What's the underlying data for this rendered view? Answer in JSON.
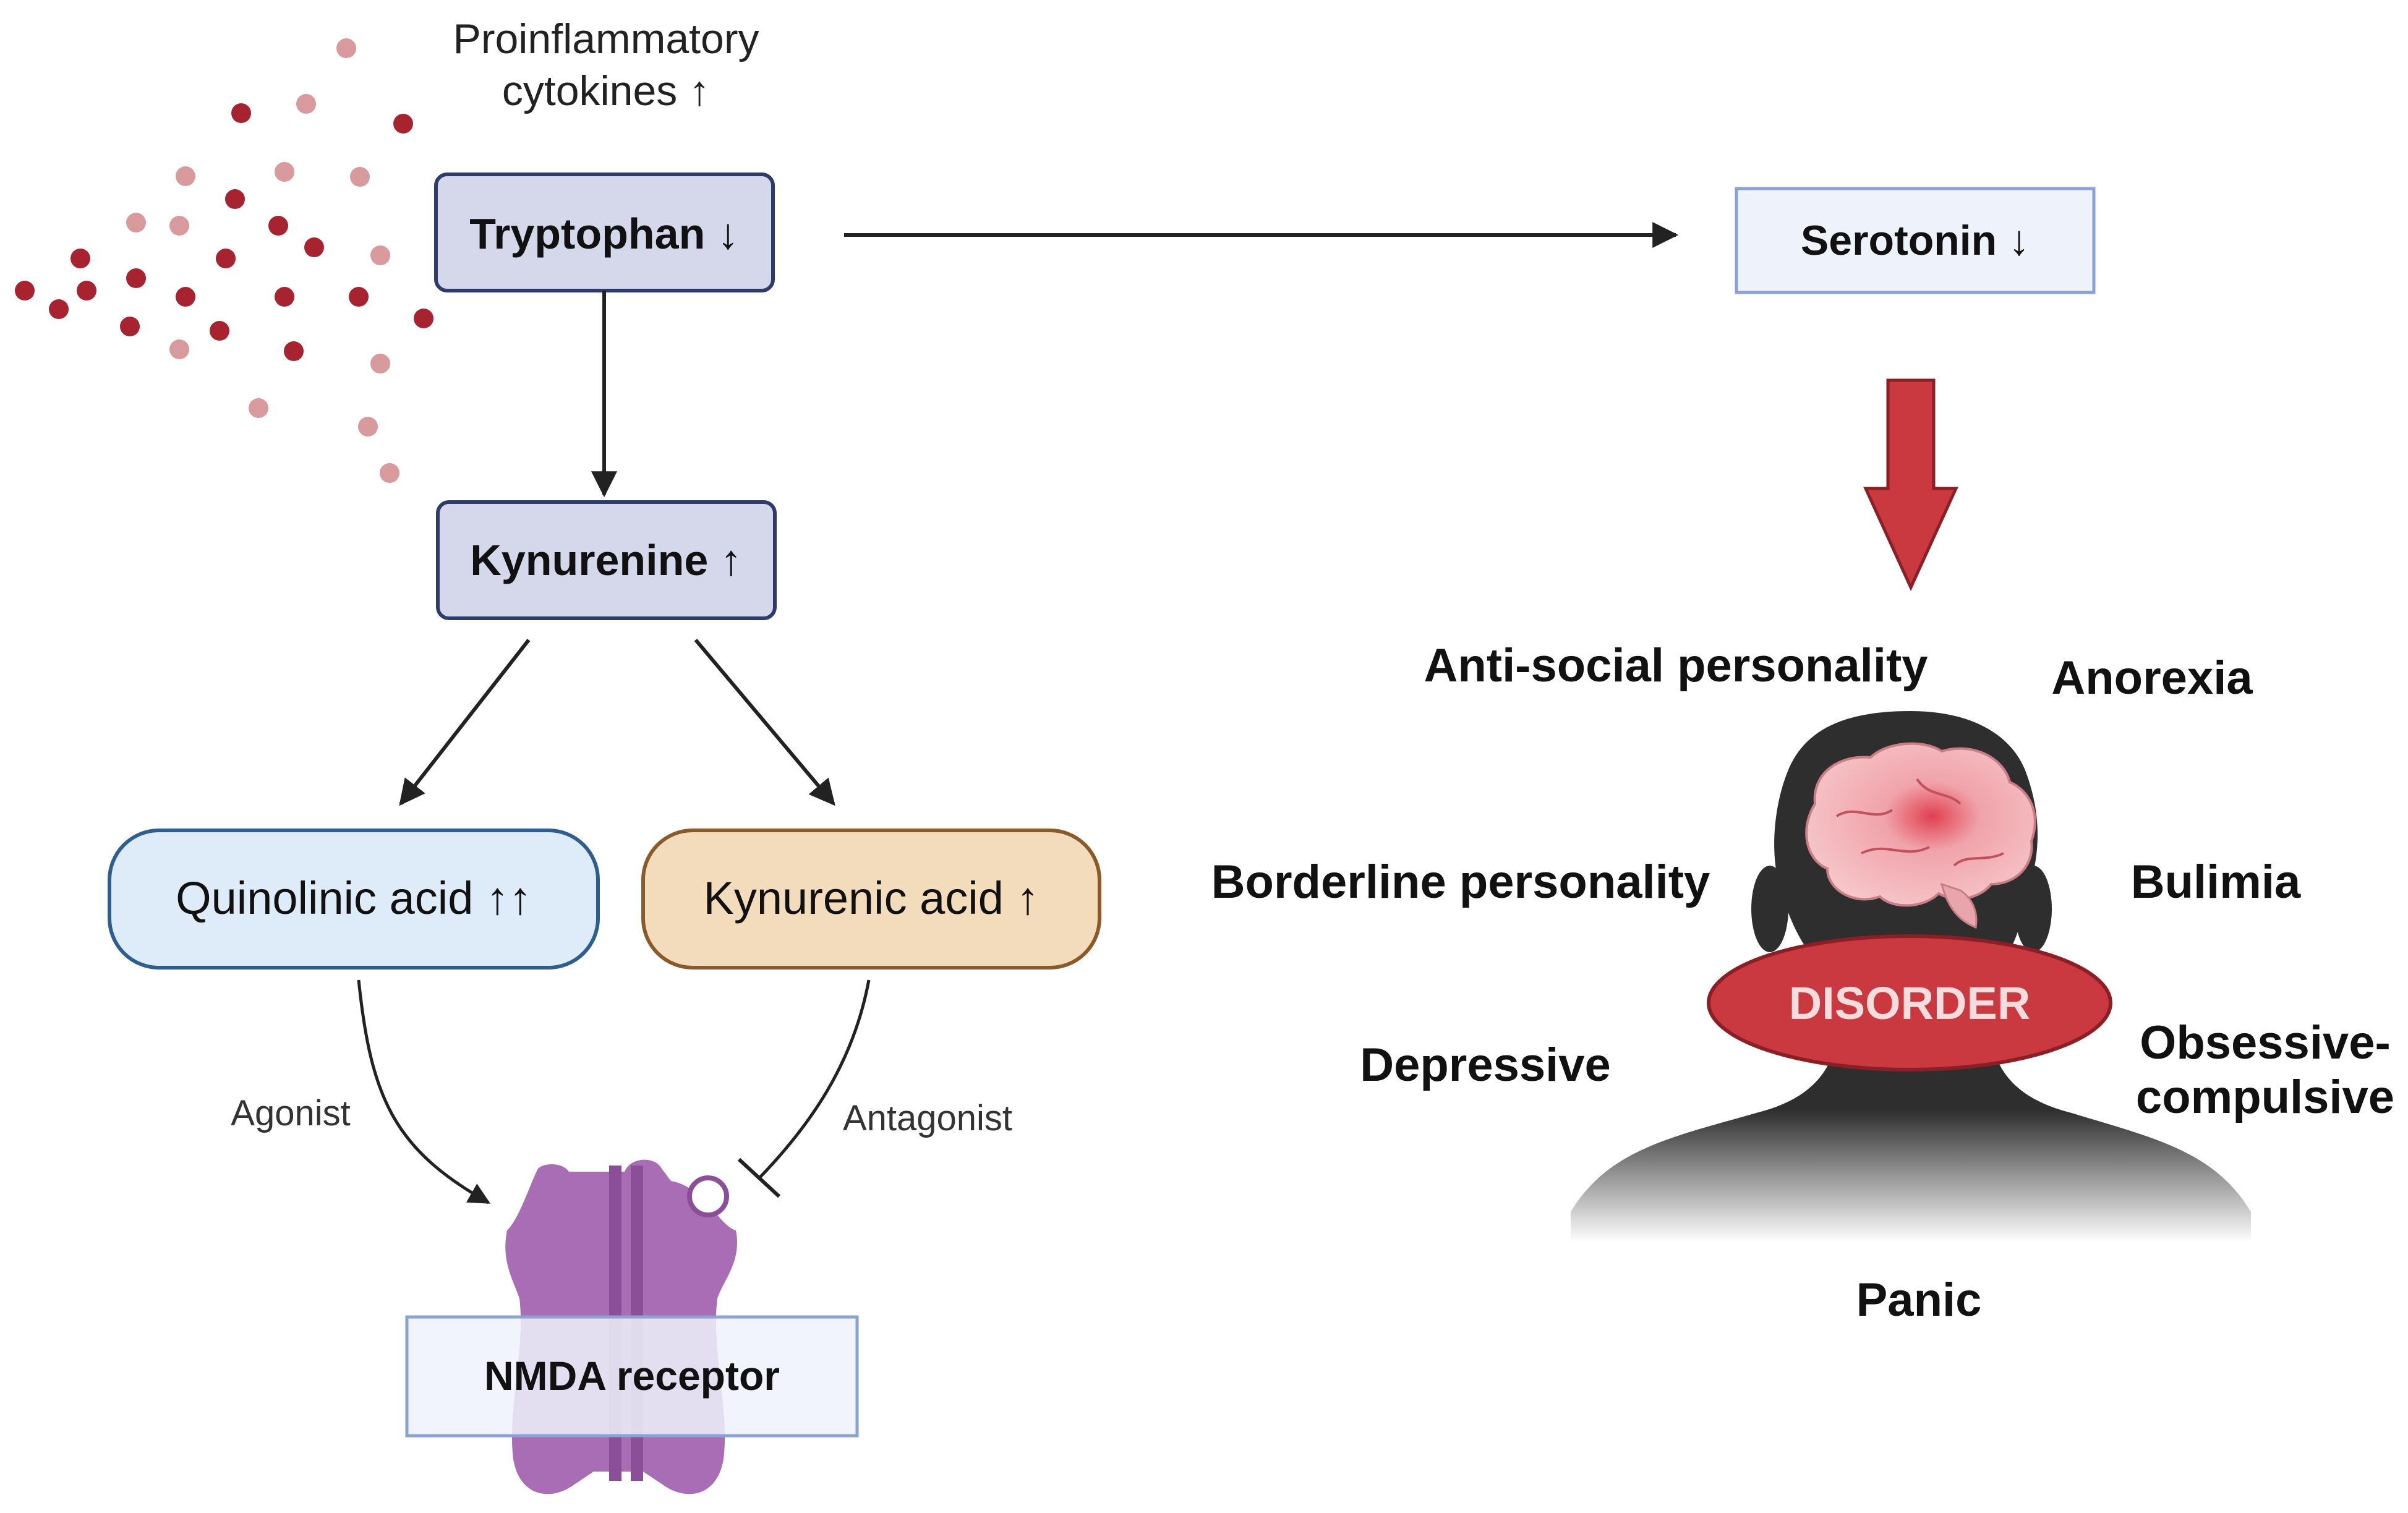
{
  "cytokines": {
    "line1": "Proinflammatory",
    "line2": "cytokines ↑"
  },
  "nodes": {
    "tryptophan": "Tryptophan ↓",
    "kynurenine": "Kynurenine ↑",
    "quinolinic": "Quinolinic acid ↑↑",
    "kynurenic": "Kynurenic acid ↑",
    "serotonin": "Serotonin ↓",
    "nmda": "NMDA receptor"
  },
  "edges": {
    "agonist": "Agonist",
    "antagonist": "Antagonist"
  },
  "disorder": {
    "center": "DISORDER",
    "antisocial": "Anti-social personality",
    "anorexia": "Anorexia",
    "borderline": "Borderline personality",
    "bulimia": "Bulimia",
    "depressive": "Depressive",
    "ocd_line1": "Obsessive-",
    "ocd_line2": "compulsive",
    "panic": "Panic"
  },
  "colors": {
    "node_fill": "#d4d8ea",
    "node_stroke": "#2f3c6b",
    "quinolinic_fill": "#deebf8",
    "quinolinic_stroke": "#2e5d8f",
    "kynurenic_fill": "#f3dcbc",
    "kynurenic_stroke": "#8a5a2a",
    "serotonin_fill": "#eef2fb",
    "serotonin_stroke": "#8aa2d4",
    "cytokine_dark": "#a6232f",
    "cytokine_light": "#d99a9e",
    "big_arrow": "#c9393f",
    "disorder_fill": "#c9393f",
    "receptor": "#a86db4",
    "head": "#2e2e2e"
  },
  "icons": [
    "cytokine-dots",
    "brain-icon",
    "head-silhouette-icon",
    "nmda-receptor-icon",
    "down-arrow-icon"
  ]
}
